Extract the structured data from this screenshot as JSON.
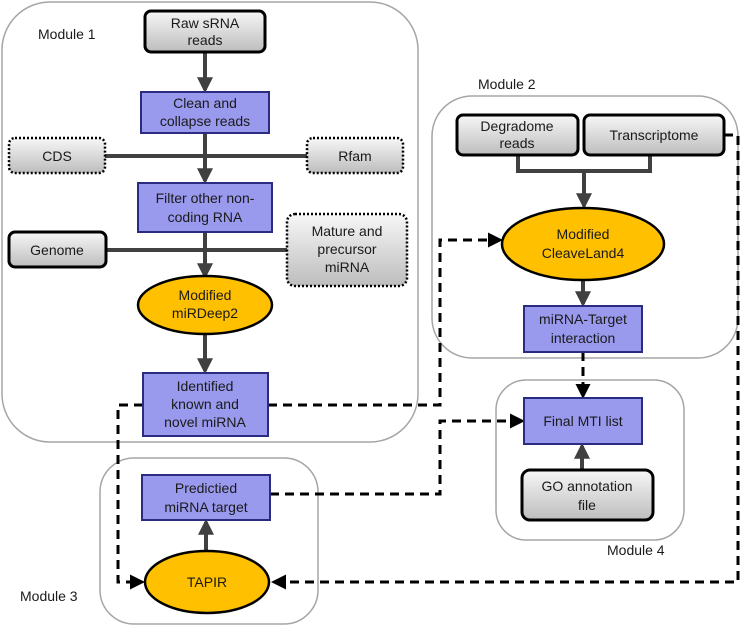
{
  "modules": {
    "m1": "Module 1",
    "m2": "Module 2",
    "m3": "Module 3",
    "m4": "Module 4"
  },
  "nodes": {
    "raw_reads": [
      "Raw sRNA",
      "reads"
    ],
    "clean": [
      "Clean and",
      "collapse reads"
    ],
    "cds": [
      "CDS"
    ],
    "rfam": [
      "Rfam"
    ],
    "filter": [
      "Filter other non-",
      "coding RNA"
    ],
    "genome": [
      "Genome"
    ],
    "mature": [
      "Mature and",
      "precursor",
      "miRNA"
    ],
    "mirdeep": [
      "Modified",
      "miRDeep2"
    ],
    "identified": [
      "Identified",
      "known and",
      "novel miRNA"
    ],
    "degradome": [
      "Degradome",
      "reads"
    ],
    "transcriptome": [
      "Transcriptome"
    ],
    "cleaveland": [
      "Modified",
      "CleaveLand4"
    ],
    "interaction": [
      "miRNA-Target",
      "interaction"
    ],
    "final": [
      "Final MTI list"
    ],
    "go": [
      "GO annotation",
      "file"
    ],
    "predicted": [
      "Predictied",
      "miRNA target"
    ],
    "tapir": [
      "TAPIR"
    ]
  },
  "colors": {
    "process_fill": "#9999ee",
    "process_border": "#2b2b80",
    "tool_fill": "#ffc000",
    "input_fill_top": "#f7f7f7",
    "input_fill_bottom": "#bdbdbd",
    "arrow": "#404040",
    "module_border": "#a6a6a6"
  }
}
